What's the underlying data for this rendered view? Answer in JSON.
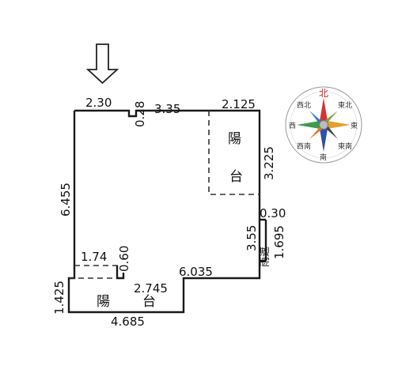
{
  "plan": {
    "dimensions": {
      "top_left": "2.30",
      "top_step": "0.28",
      "top_middle": "3.35",
      "top_right": "2.125",
      "left_height": "6.455",
      "right_balcony": "3.225",
      "right_gap": "0.30",
      "right_lower": "3.55",
      "right_lower_b": "1.695",
      "lower_left_width": "1.74",
      "lower_left_step": "0.60",
      "lower_middle": "2.745",
      "lower_right": "6.035",
      "bottom_left_height": "1.425",
      "bottom_width": "4.685"
    },
    "rooms": {
      "balcony_top_char1": "陽",
      "balcony_top_char2": "台",
      "balcony_bottom_char1": "陽",
      "balcony_bottom_char2": "台",
      "side_label": "雨遮"
    },
    "compass": {
      "north": "北",
      "east": "東",
      "south": "南",
      "west": "西",
      "northeast": "東北",
      "northwest": "西北",
      "southeast": "東南",
      "southwest": "西南"
    }
  }
}
